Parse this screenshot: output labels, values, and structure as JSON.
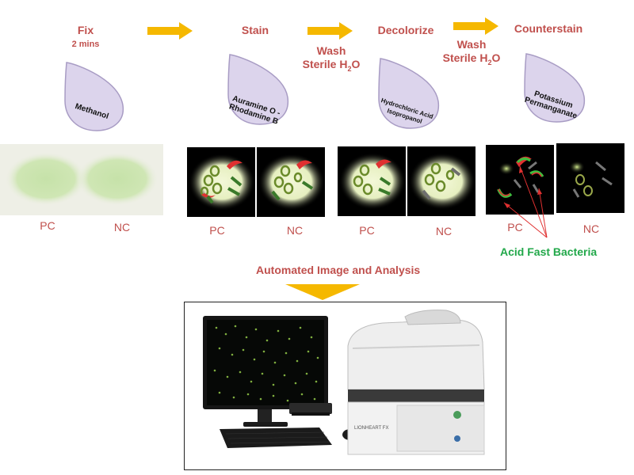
{
  "steps": {
    "fix": {
      "label": "Fix",
      "sub": "2 mins"
    },
    "stain": {
      "label": "Stain"
    },
    "wash1": {
      "line1": "Wash",
      "line2": "Sterile H",
      "line2_sub": "2",
      "line2_end": "O"
    },
    "decolorize": {
      "label": "Decolorize"
    },
    "wash2": {
      "line1": "Wash",
      "line2": "Sterile H",
      "line2_sub": "2",
      "line2_end": "O"
    },
    "counterstain": {
      "label": "Counterstain"
    }
  },
  "reagents": {
    "methanol": "Methanol",
    "stain_line1": "Auramine O -",
    "stain_line2": "Rhodamine B",
    "decolor_line1": "Hydrochloric Acid",
    "decolor_line2": "Isopropanol",
    "counter_line1": "Potassium",
    "counter_line2": "Permanganate"
  },
  "panel_labels": {
    "pc": "PC",
    "nc": "NC"
  },
  "acid_fast_label": "Acid Fast Bacteria",
  "analysis_label": "Automated Image and Analysis",
  "device_brand": "LIONHEART FX",
  "colors": {
    "step_text": "#c0504d",
    "arrow": "#f5b800",
    "drop_fill": "#dcd4ec",
    "drop_stroke": "#a89cc4",
    "acid_fast": "#22a84a"
  }
}
